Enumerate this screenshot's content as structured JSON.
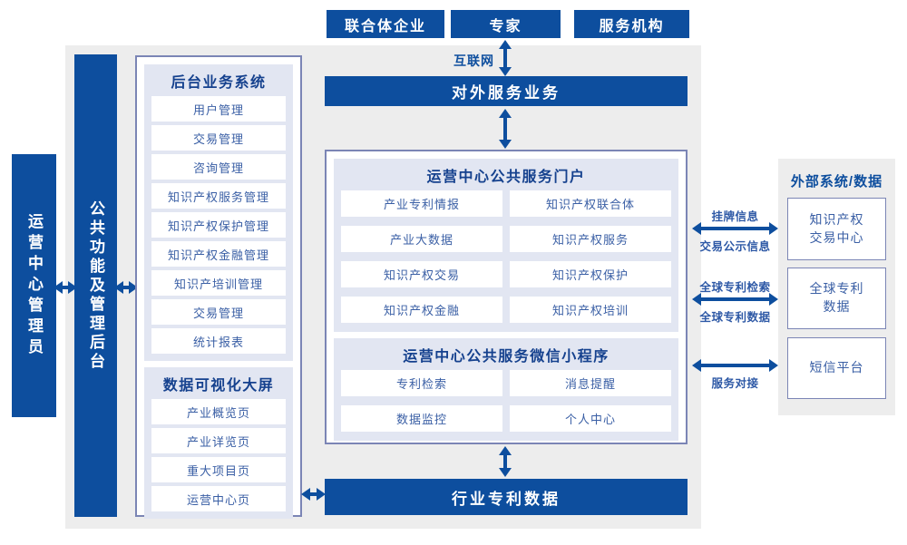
{
  "colors": {
    "primary_blue": "#0d4e9e",
    "panel_border": "#7b85b5",
    "block_lavender": "#e2e6f2",
    "background_gray": "#ededed",
    "item_text_blue": "#3a5fa5",
    "title_navy": "#15418e"
  },
  "top_actors": [
    "联合体企业",
    "专家",
    "服务机构"
  ],
  "internet_label": "互联网",
  "external_service_bar": "对外服务业务",
  "left_bars": {
    "admin": "运营中心管理员",
    "backend": "公共功能及管理后台"
  },
  "left_panel": {
    "backend_system": {
      "title": "后台业务系统",
      "items": [
        "用户管理",
        "交易管理",
        "咨询管理",
        "知识产权服务管理",
        "知识产权保护管理",
        "知识产权金融管理",
        "知识产培训管理",
        "交易管理",
        "统计报表"
      ]
    },
    "data_screen": {
      "title": "数据可视化大屏",
      "items": [
        "产业概览页",
        "产业详览页",
        "重大项目页",
        "运营中心页"
      ]
    }
  },
  "center_panel": {
    "portal": {
      "title": "运营中心公共服务门户",
      "items": [
        "产业专利情报",
        "知识产权联合体",
        "产业大数据",
        "知识产权服务",
        "知识产权交易",
        "知识产权保护",
        "知识产权金融",
        "知识产权培训"
      ]
    },
    "miniprogram": {
      "title": "运营中心公共服务微信小程序",
      "items": [
        "专利检索",
        "消息提醒",
        "数据监控",
        "个人中心"
      ]
    }
  },
  "industry_patent_bar": "行业专利数据",
  "external_panel": {
    "title": "外部系统/数据",
    "boxes": [
      "知识产权\n交易中心",
      "全球专利\n数据",
      "短信平台"
    ]
  },
  "arrow_labels": {
    "listing_info": "挂牌信息",
    "trade_publicity": "交易公示信息",
    "global_patent_search": "全球专利检索",
    "global_patent_data": "全球专利数据",
    "service_connect": "服务对接"
  }
}
